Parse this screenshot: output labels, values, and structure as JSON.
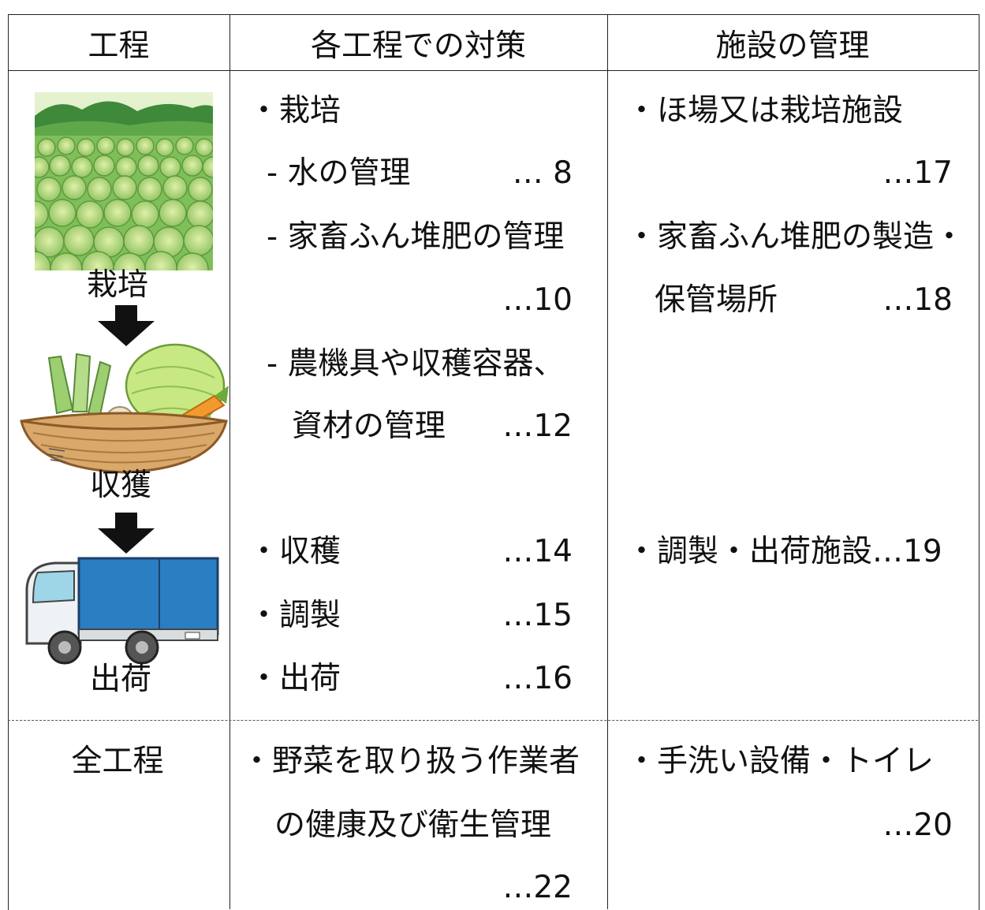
{
  "headers": {
    "process": "工程",
    "measures": "各工程での対策",
    "facilities": "施設の管理"
  },
  "stages": {
    "cultivation": "栽培",
    "harvest": "収獲",
    "shipping": "出荷",
    "all": "全工程"
  },
  "measures": {
    "cultivation": "・栽培",
    "water": "- 水の管理",
    "water_page": "… 8",
    "manure": "- 家畜ふん堆肥の管理",
    "manure_page": "…10",
    "equipment_1": "- 農機具や収穫容器、",
    "equipment_2": "資材の管理",
    "equipment_page": "…12",
    "harvest": "・収穫",
    "harvest_page": "…14",
    "preparation": "・調製",
    "preparation_page": "…15",
    "shipping": "・出荷",
    "shipping_page": "…16",
    "hygiene_1": "・野菜を取り扱う作業者",
    "hygiene_2": "の健康及び衛生管理",
    "hygiene_page": "…22"
  },
  "facilities": {
    "field": "・ほ場又は栽培施設",
    "field_page": "…17",
    "manure_site_1": "・家畜ふん堆肥の製造・",
    "manure_site_2": "保管場所",
    "manure_site_page": "…18",
    "shipping_site": "・調製・出荷施設…19",
    "handwash": "・手洗い設備・トイレ",
    "handwash_page": "…20"
  }
}
